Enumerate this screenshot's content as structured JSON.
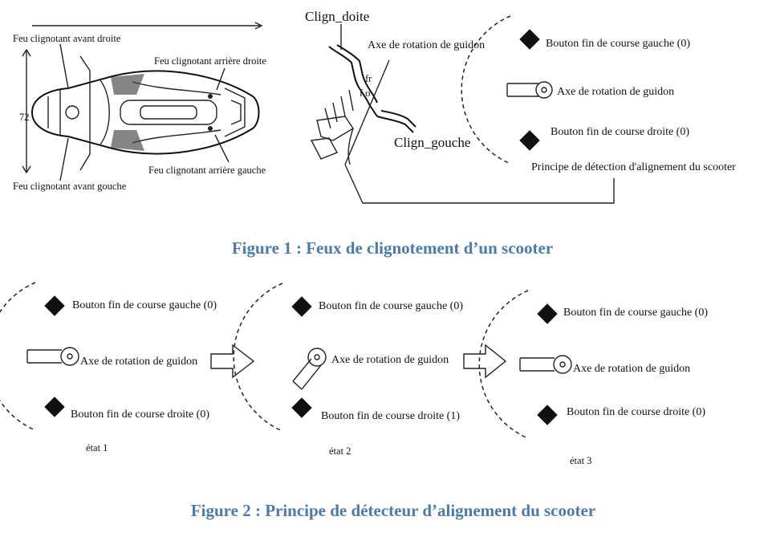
{
  "accent_color": "#4a7ab0",
  "figure1": {
    "caption": "Figure 1 : Feux de clignotement d’un scooter",
    "scooter": {
      "front_right": "Feu clignotant avant droite",
      "rear_right": "Feu clignotant arrière droite",
      "rear_left": "Feu clignotant arrière gauche",
      "front_left": "Feu clignotant avant gouche"
    },
    "handlebar": {
      "right_label": "Clign_doite",
      "axis_label": "Axe de rotation de guidon",
      "left_label": "Clign_gouche"
    },
    "detector": {
      "left_button": "Bouton fin de course gauche (0)",
      "axis": "Axe de rotation de guidon",
      "right_button": "Bouton fin de course droite (0)",
      "principle": "Principe de détection d'alignement du scooter"
    }
  },
  "figure2": {
    "caption": "Figure 2 : Principe de  détecteur d’alignement du scooter",
    "states": [
      {
        "left_button": "Bouton fin de course gauche (0)",
        "axis": "Axe de rotation de guidon",
        "right_button": "Bouton fin de course droite (0)",
        "state": "état 1"
      },
      {
        "left_button": "Bouton fin de course gauche (0)",
        "axis": "Axe de rotation de guidon",
        "right_button": "Bouton fin de course droite (1)",
        "state": "état 2"
      },
      {
        "left_button": "Bouton fin de course gauche (0)",
        "axis": "Axe de rotation de guidon",
        "right_button": "Bouton fin de course droite (0)",
        "state": "état 3"
      }
    ]
  }
}
